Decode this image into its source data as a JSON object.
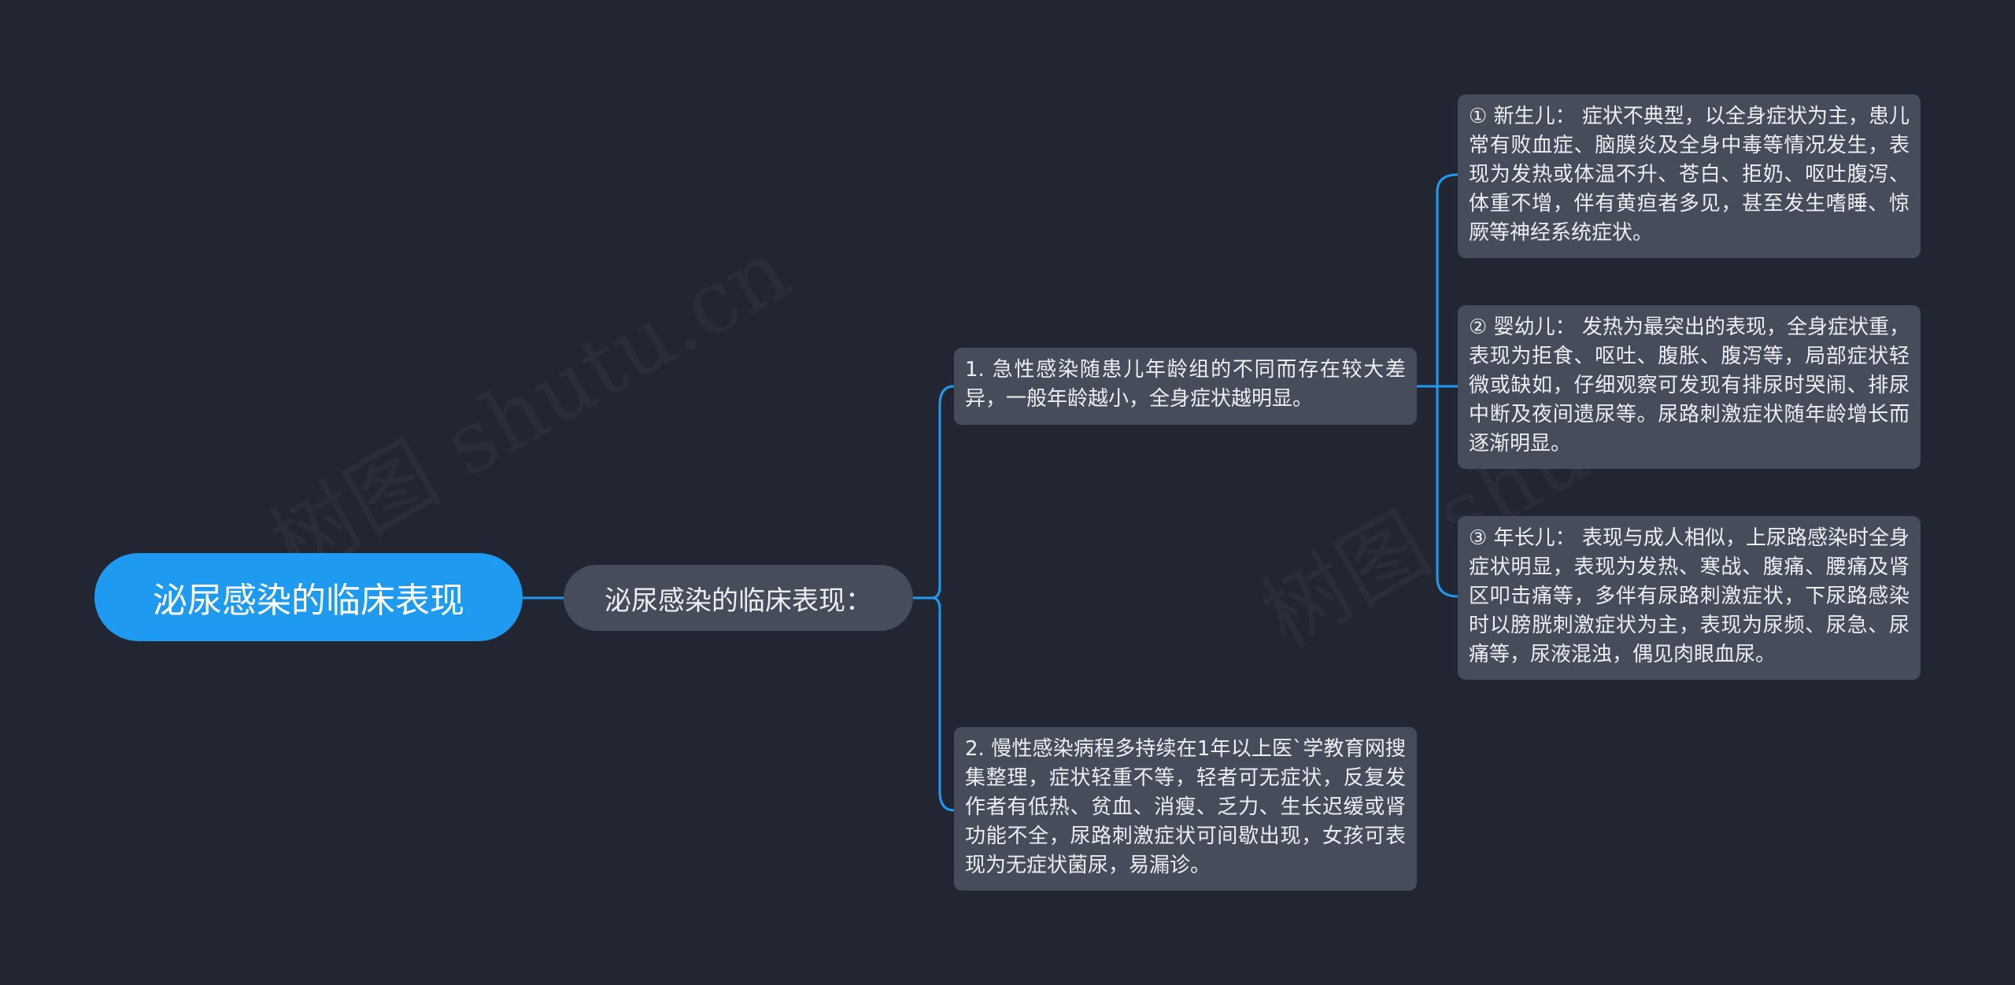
{
  "colors": {
    "background": "#222633",
    "root": "#1e9af0",
    "node": "#474c5a",
    "connector": "#1e9af0",
    "text": "#eceef2"
  },
  "watermark": "树图 shutu.cn",
  "root": {
    "label": "泌尿感染的临床表现"
  },
  "topic": {
    "label": "泌尿感染的临床表现："
  },
  "branches": [
    {
      "text": "1. 急性感染随患儿年龄组的不同而存在较大差异，一般年龄越小，全身症状越明显。",
      "children": [
        {
          "text": "① 新生儿： 症状不典型，以全身症状为主，患儿常有败血症、脑膜炎及全身中毒等情况发生，表现为发热或体温不升、苍白、拒奶、呕吐腹泻、体重不增，伴有黄疸者多见，甚至发生嗜睡、惊厥等神经系统症状。"
        },
        {
          "text": "② 婴幼儿： 发热为最突出的表现，全身症状重，表现为拒食、呕吐、腹胀、腹泻等，局部症状轻微或缺如，仔细观察可发现有排尿时哭闹、排尿中断及夜间遗尿等。尿路刺激症状随年龄增长而逐渐明显。"
        },
        {
          "text": "③ 年长儿： 表现与成人相似，上尿路感染时全身症状明显，表现为发热、寒战、腹痛、腰痛及肾区叩击痛等，多伴有尿路刺激症状，下尿路感染时以膀胱刺激症状为主，表现为尿频、尿急、尿痛等，尿液混浊，偶见肉眼血尿。"
        }
      ]
    },
    {
      "text": "2. 慢性感染病程多持续在1年以上医`学教育网搜集整理，症状轻重不等，轻者可无症状，反复发作者有低热、贫血、消瘦、乏力、生长迟缓或肾功能不全，尿路刺激症状可间歇出现，女孩可表现为无症状菌尿，易漏诊。",
      "children": []
    }
  ]
}
